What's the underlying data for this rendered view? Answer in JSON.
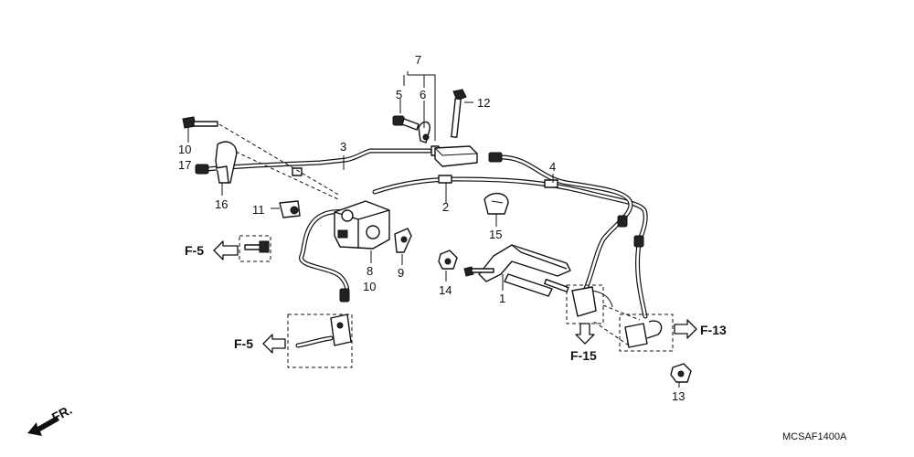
{
  "diagram": {
    "callouts": {
      "c1": "1",
      "c2": "2",
      "c3": "3",
      "c4": "4",
      "c5": "5",
      "c6": "6",
      "c7": "7",
      "c8": "8",
      "c9": "9",
      "c10a": "10",
      "c17": "17",
      "c10b": "10",
      "c11": "11",
      "c12": "12",
      "c13": "13",
      "c14": "14",
      "c15": "15",
      "c16": "16"
    },
    "references": {
      "f5_upper": "F-5",
      "f5_lower": "F-5",
      "f13": "F-13",
      "f15": "F-15"
    },
    "front_label": "FR.",
    "diagram_code": "MCSAF1400A"
  }
}
